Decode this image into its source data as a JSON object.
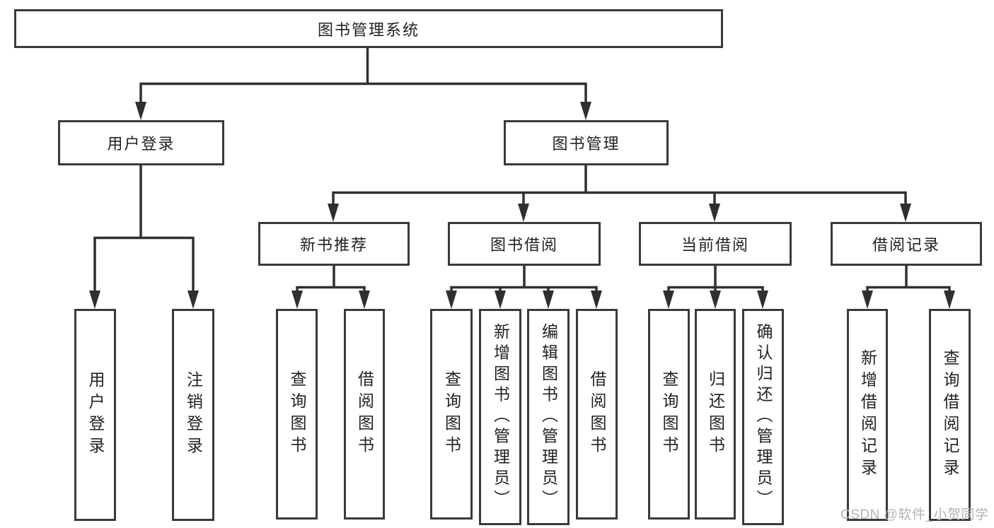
{
  "diagram": {
    "title": "图书管理系统",
    "nodes": {
      "root": {
        "label": "图书管理系统",
        "level": 1
      },
      "user_login": {
        "label": "用户登录",
        "level": 2
      },
      "book_mgmt": {
        "label": "图书管理",
        "level": 2
      },
      "new_book_rec": {
        "label": "新书推荐",
        "level": 3
      },
      "book_borrow": {
        "label": "图书借阅",
        "level": 3
      },
      "current_borrow": {
        "label": "当前借阅",
        "level": 3
      },
      "borrow_record": {
        "label": "借阅记录",
        "level": 3
      },
      "login_leaf": {
        "label": "用户登录",
        "level": 4
      },
      "logout_leaf": {
        "label": "注销登录",
        "level": 4
      },
      "rec_query": {
        "label": "查询图书",
        "level": 4
      },
      "rec_borrow": {
        "label": "借阅图书",
        "level": 4
      },
      "bb_query": {
        "label": "查询图书",
        "level": 4
      },
      "bb_add": {
        "label": "新增图书（管理员）",
        "level": 4
      },
      "bb_edit": {
        "label": "编辑图书（管理员）",
        "level": 4
      },
      "bb_borrow": {
        "label": "借阅图书",
        "level": 4
      },
      "cb_query": {
        "label": "查询图书",
        "level": 4
      },
      "cb_return": {
        "label": "归还图书",
        "level": 4
      },
      "cb_confirm": {
        "label": "确认归还（管理员）",
        "level": 4
      },
      "br_add": {
        "label": "新增借阅记录",
        "level": 4
      },
      "br_query": {
        "label": "查询借阅记录",
        "level": 4
      }
    },
    "edges": [
      {
        "from": "root",
        "to": [
          "user_login",
          "book_mgmt"
        ]
      },
      {
        "from": "user_login",
        "to": [
          "login_leaf",
          "logout_leaf"
        ]
      },
      {
        "from": "book_mgmt",
        "to": [
          "new_book_rec",
          "book_borrow",
          "current_borrow",
          "borrow_record"
        ]
      },
      {
        "from": "new_book_rec",
        "to": [
          "rec_query",
          "rec_borrow"
        ]
      },
      {
        "from": "book_borrow",
        "to": [
          "bb_query",
          "bb_add",
          "bb_edit",
          "bb_borrow"
        ]
      },
      {
        "from": "current_borrow",
        "to": [
          "cb_query",
          "cb_return",
          "cb_confirm"
        ]
      },
      {
        "from": "borrow_record",
        "to": [
          "br_add",
          "br_query"
        ]
      }
    ]
  },
  "watermark": {
    "text": "CSDN @软件_小贺同学",
    "color": "#b3b3b3"
  },
  "colors": {
    "background": "#ffffff",
    "box_border": "#3a3a3a",
    "line": "#303030",
    "text": "#222222"
  }
}
